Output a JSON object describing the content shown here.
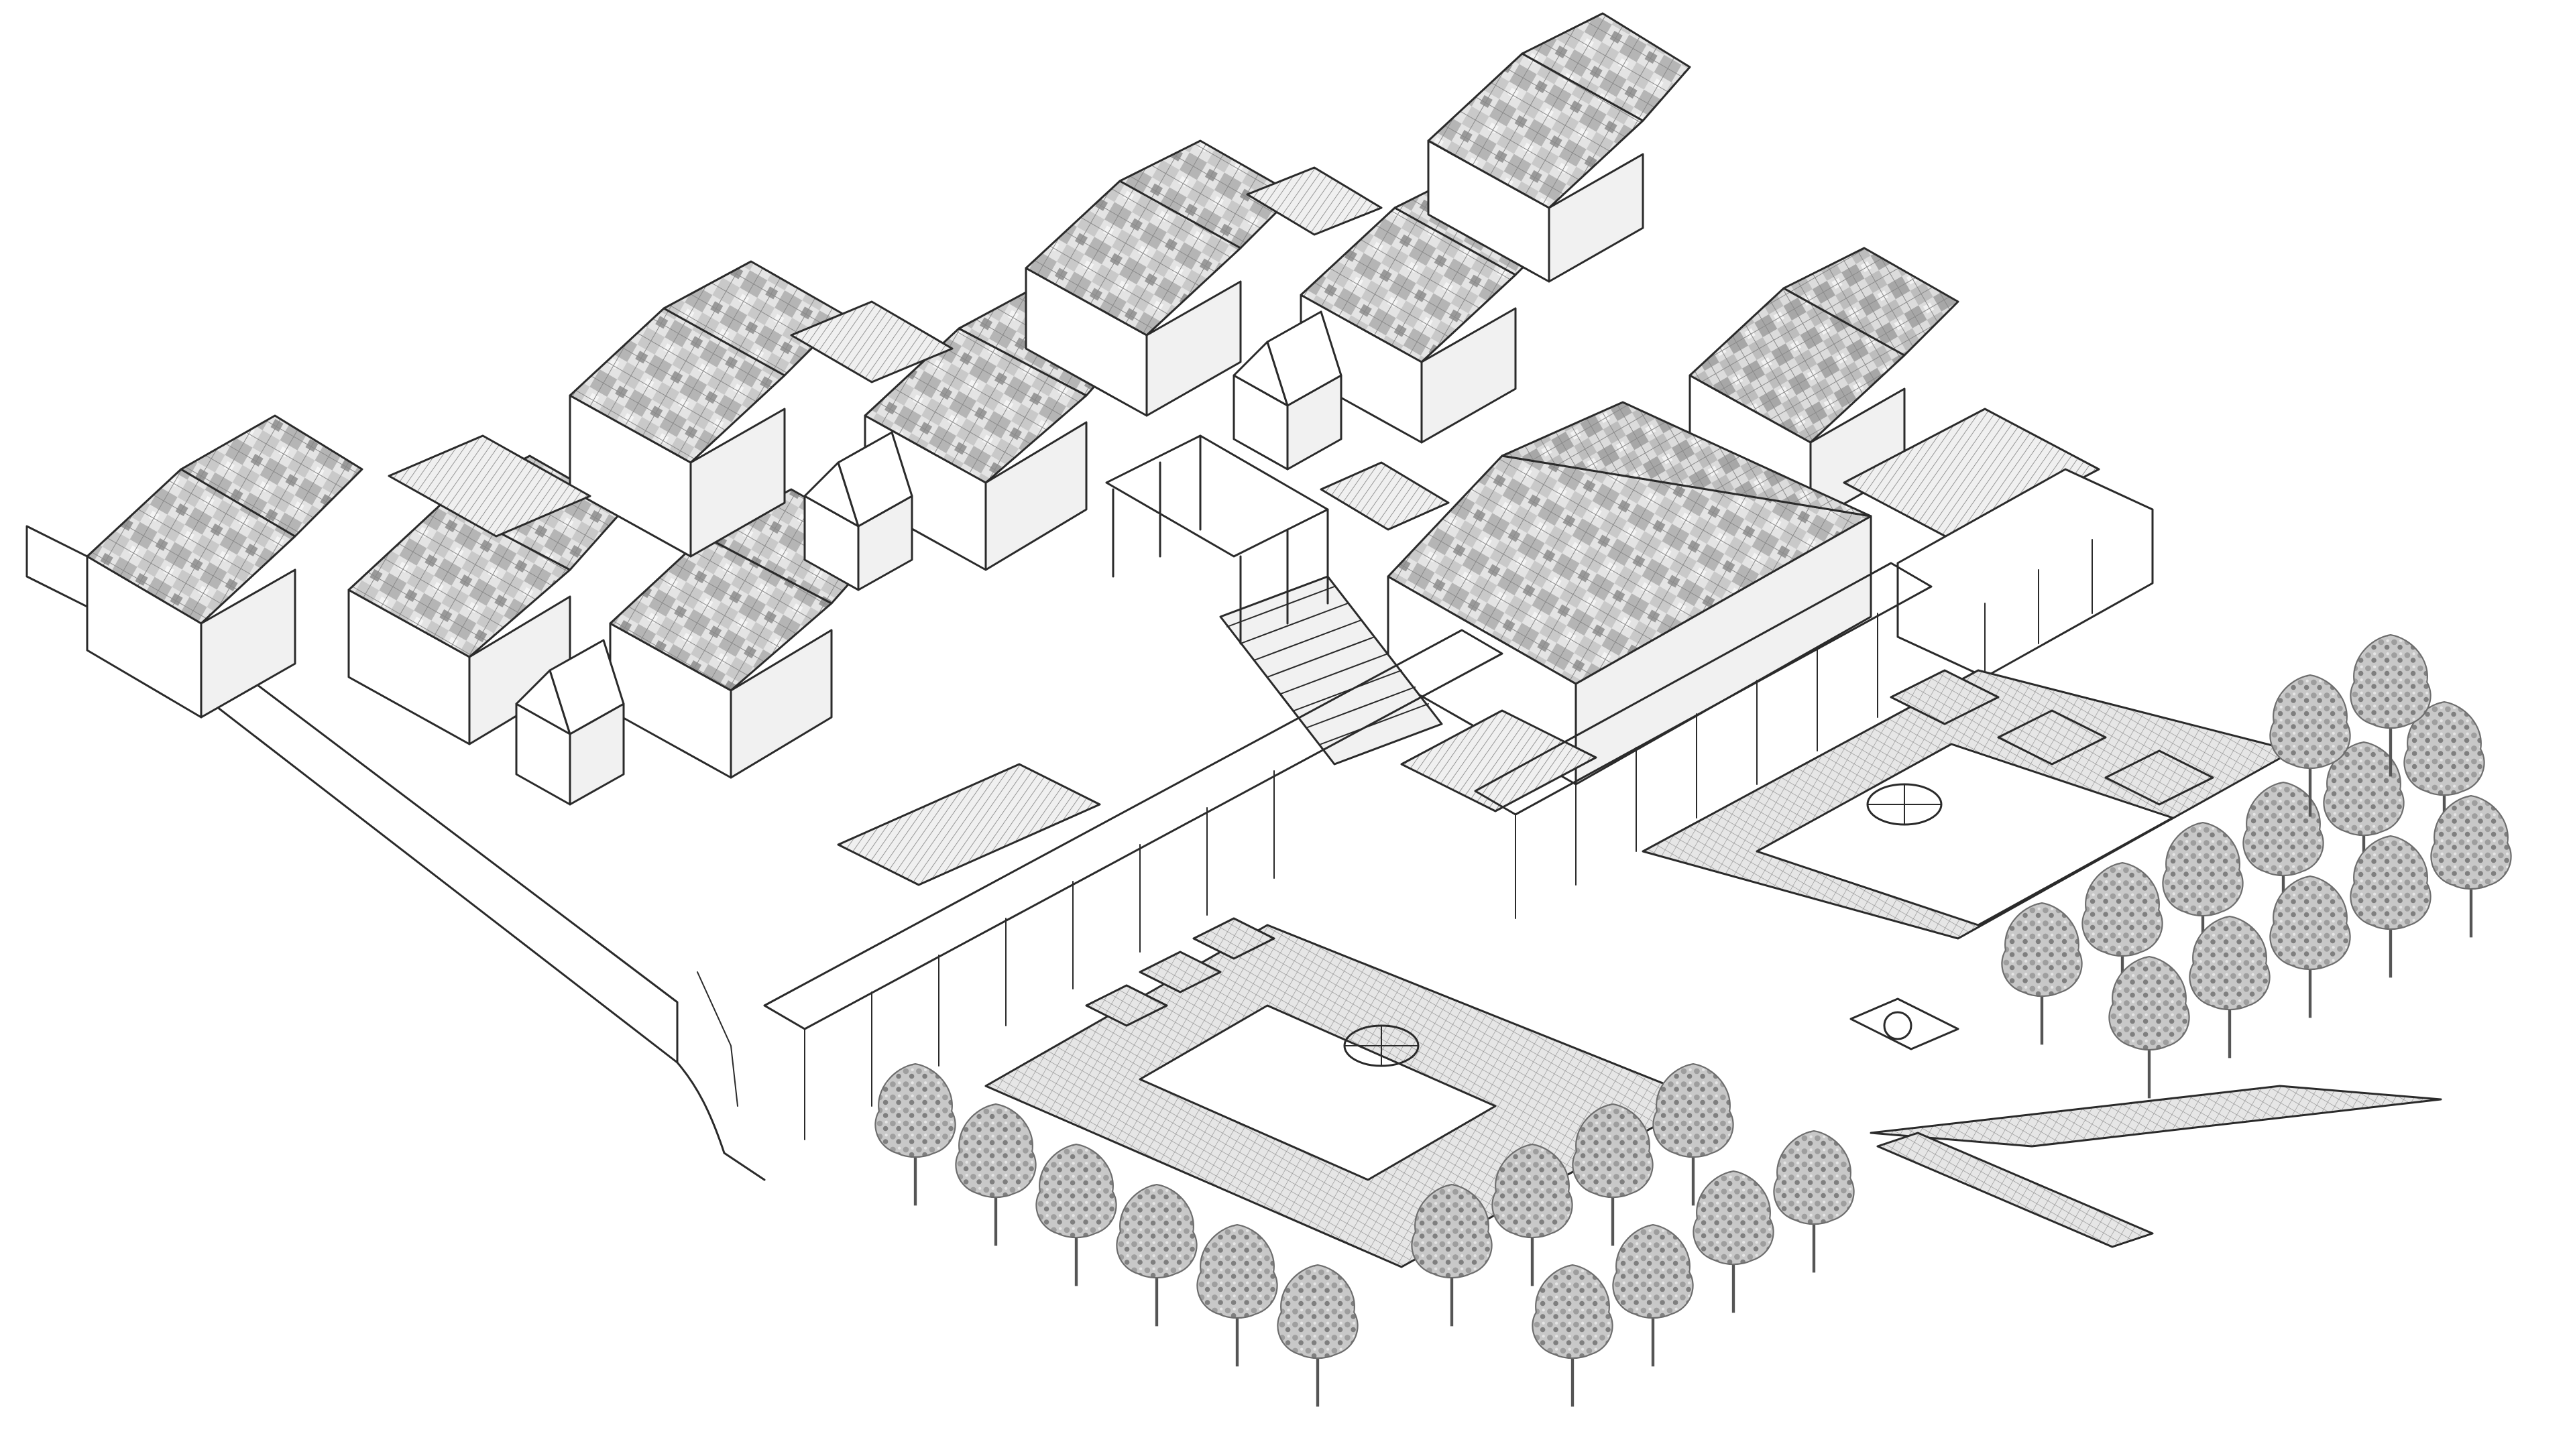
{
  "drawing": {
    "kind": "isometric architectural hand sketch",
    "palette": {
      "ink": "#2a2a2a",
      "paper": "#ffffff",
      "roof_patch_light": "#d9d9d9",
      "roof_patch_dark": "#9a9a9a",
      "tree_grey": "#8c8c8c"
    },
    "element_icons": [
      "gable-house",
      "pergola",
      "grand-stair",
      "courtyard-pool",
      "tree",
      "boundary-wall"
    ]
  }
}
